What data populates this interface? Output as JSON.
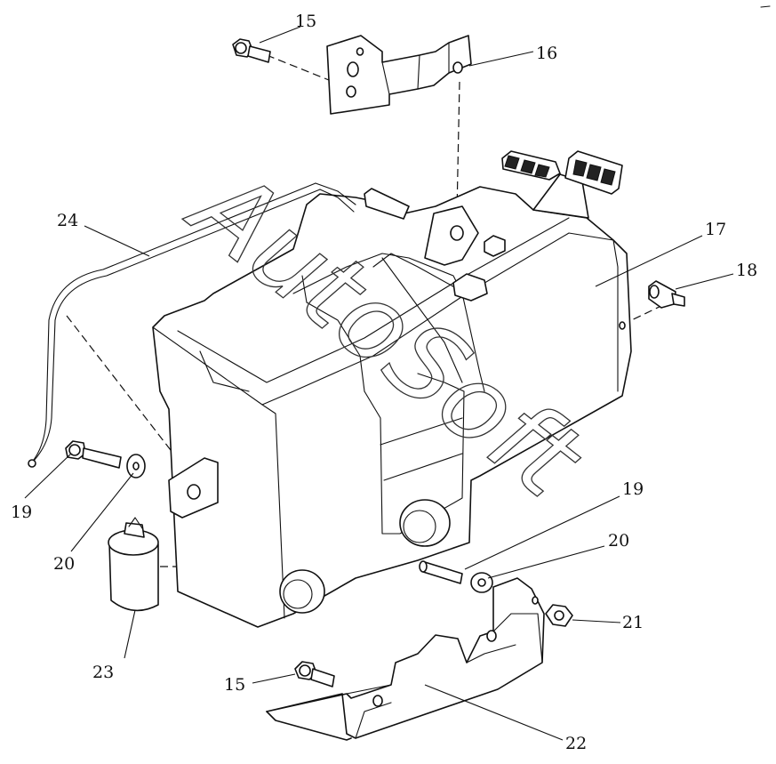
{
  "callouts": {
    "c15_top": "15",
    "c16": "16",
    "c17": "17",
    "c18": "18",
    "c24": "24",
    "c19_left": "19",
    "c20_left": "20",
    "c23": "23",
    "c19_right": "19",
    "c20_right": "20",
    "c21": "21",
    "c15_bottom": "15",
    "c22": "22"
  },
  "watermark": "AutoSoft",
  "colors": {
    "ink": "#111111",
    "paper": "#ffffff"
  }
}
